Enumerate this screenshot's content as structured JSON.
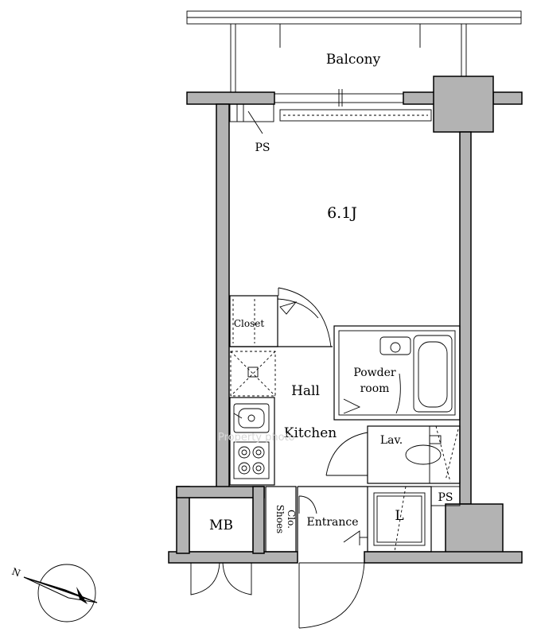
{
  "labels": {
    "balcony": "Balcony",
    "ps_top": "PS",
    "main_room": "6.1J",
    "closet": "Closet",
    "hall": "Hall",
    "powder_line1": "Powder",
    "powder_line2": "room",
    "kitchen": "Kitchen",
    "lav": "Lav.",
    "mb": "MB",
    "shoes_line1": "Shoes",
    "shoes_line2": "Clo.",
    "entrance": "Entrance",
    "laundry": "L",
    "ps_bottom": "PS",
    "north": "N"
  },
  "watermark": "Property photo"
}
